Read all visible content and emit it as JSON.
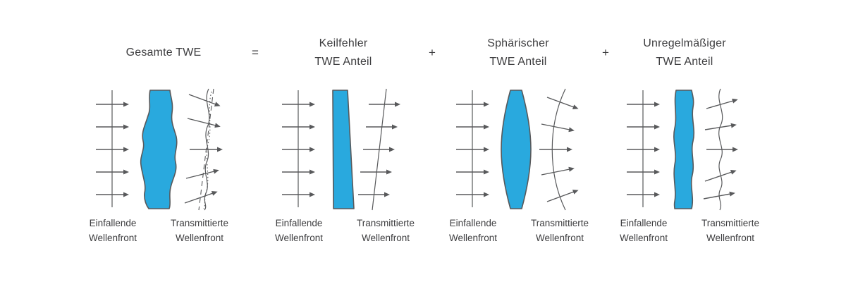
{
  "figure": {
    "terms": [
      {
        "title": "Gesamte TWE"
      },
      {
        "title": "Keilfehler\nTWE Anteil"
      },
      {
        "title": "Sphärischer\nTWE Anteil"
      },
      {
        "title": "Unregelmäßiger\nTWE Anteil"
      }
    ],
    "operators": [
      "=",
      "+",
      "+"
    ],
    "panels": [
      {
        "id": "gesamte-twe",
        "element": "irregular-plate",
        "incident_label": "Einfallende\nWellenfront",
        "transmitted_label": "Transmittierte\nWellenfront"
      },
      {
        "id": "keilfehler",
        "element": "wedge-prism",
        "incident_label": "Einfallende\nWellenfront",
        "transmitted_label": "Transmittierte\nWellenfront"
      },
      {
        "id": "sphaerischer",
        "element": "biconvex-lens",
        "incident_label": "Einfallende\nWellenfront",
        "transmitted_label": "Transmittierte\nWellenfront"
      },
      {
        "id": "unregelmaessiger",
        "element": "irregular-strip",
        "incident_label": "Einfallende\nWellenfront",
        "transmitted_label": "Transmittierte\nWellenfront"
      }
    ],
    "colors": {
      "element_fill": "#29A9DE",
      "line": "#58595B",
      "text": "#3D3D3F",
      "bg": "#FFFFFF"
    }
  }
}
